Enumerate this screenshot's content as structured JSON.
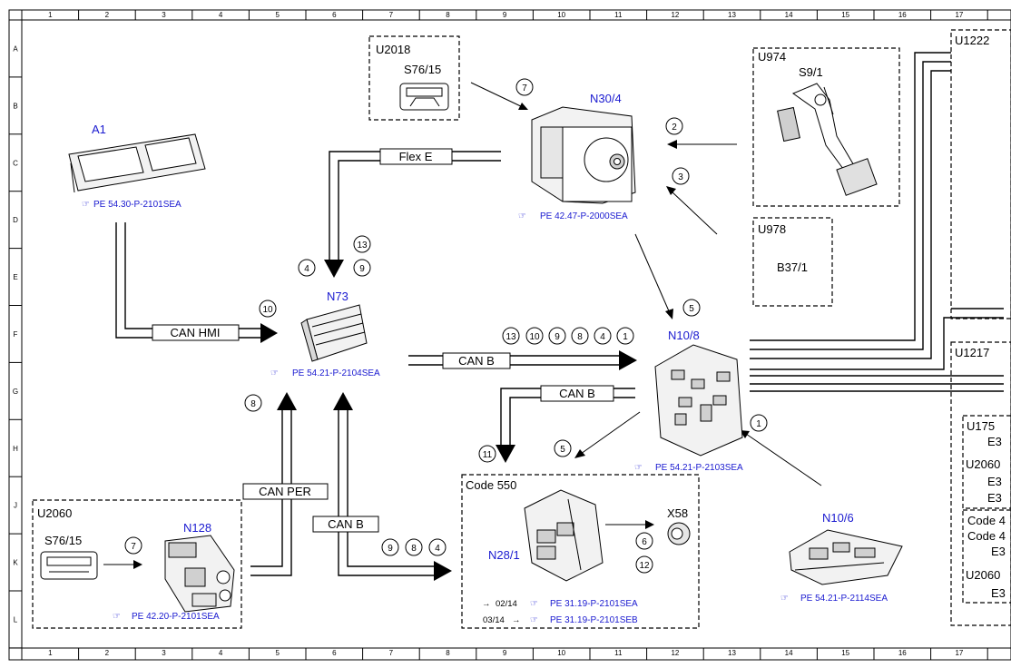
{
  "ruler": {
    "columns": [
      "1",
      "2",
      "3",
      "4",
      "5",
      "6",
      "7",
      "8",
      "9",
      "10",
      "11",
      "12",
      "13",
      "14",
      "15",
      "16",
      "17"
    ],
    "rows": [
      "A",
      "B",
      "C",
      "D",
      "E",
      "F",
      "G",
      "H",
      "J",
      "K",
      "L"
    ]
  },
  "groups": {
    "u2018": "U2018",
    "u974": "U974",
    "u978": "U978",
    "u1222": "U1222",
    "u1217": "U1217",
    "u2060": "U2060",
    "code550": "Code 550"
  },
  "components": {
    "a1": "A1",
    "n30_4": "N30/4",
    "n73": "N73",
    "n10_8": "N10/8",
    "n10_6": "N10/6",
    "n128": "N128",
    "n28_1": "N28/1",
    "x58": "X58",
    "s76_15_top": "S76/15",
    "s76_15_bottom": "S76/15",
    "s9_1": "S9/1",
    "b37_1": "B37/1"
  },
  "references": {
    "a1": "PE 54.30-P-2101SEA",
    "n30_4": "PE 42.47-P-2000SEA",
    "n73": "PE 54.21-P-2104SEA",
    "n10_8": "PE 54.21-P-2103SEA",
    "n10_6": "PE 54.21-P-2114SEA",
    "n128": "PE 42.20-P-2101SEA",
    "n28_1_a": "PE 31.19-P-2101SEA",
    "n28_1_b": "PE 31.19-P-2101SEB"
  },
  "validity": {
    "before": "02/14",
    "from": "03/14"
  },
  "buses": {
    "flex_e": "Flex E",
    "can_hmi": "CAN HMI",
    "can_b_main": "CAN B",
    "can_b_down": "CAN B",
    "can_per": "CAN PER",
    "can_b_left": "CAN B"
  },
  "numbers": {
    "n7a": "7",
    "n2": "2",
    "n3": "3",
    "n4a": "4",
    "n13a": "13",
    "n9a": "9",
    "n10a": "10",
    "n5a": "5",
    "n13b": "13",
    "n10b": "10",
    "n9b": "9",
    "n8b": "8",
    "n4b": "4",
    "n1b": "1",
    "n8c": "8",
    "n11": "11",
    "n5b": "5",
    "n1c": "1",
    "n7b": "7",
    "n9d": "9",
    "n8d": "8",
    "n4d": "4",
    "n6": "6",
    "n12": "12"
  },
  "right_panel": {
    "u175": "U175",
    "e3_1": "E3",
    "u2060_a": "U2060",
    "e3_2": "E3",
    "e3_3": "E3",
    "code_4a": "Code 4",
    "code_4b": "Code 4",
    "e3_4": "E3",
    "u2060_b": "U2060",
    "e3_5": "E3"
  }
}
